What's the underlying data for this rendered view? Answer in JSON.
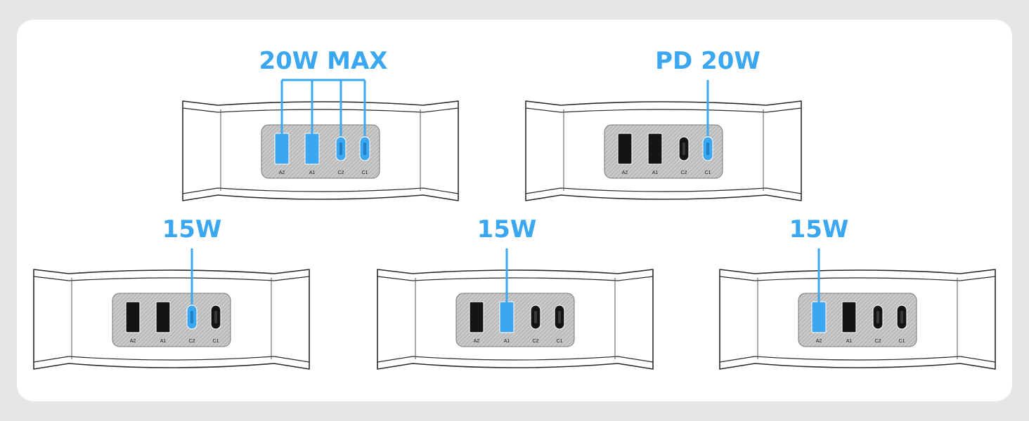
{
  "colors": {
    "accent": "#3aa7f0",
    "port_idle": "#141414",
    "page_bg": "#e6e6e6",
    "card_bg": "#ffffff"
  },
  "ports": [
    "A2",
    "A1",
    "C2",
    "C1"
  ],
  "port_kinds": [
    "usb-a",
    "usb-a",
    "usb-c",
    "usb-c"
  ],
  "configs": [
    {
      "label": "20W MAX",
      "active": [
        "A2",
        "A1",
        "C2",
        "C1"
      ]
    },
    {
      "label": "PD 20W",
      "active": [
        "C1"
      ]
    },
    {
      "label": "15W",
      "active": [
        "C2"
      ]
    },
    {
      "label": "15W",
      "active": [
        "A1"
      ]
    },
    {
      "label": "15W",
      "active": [
        "A2"
      ]
    }
  ]
}
